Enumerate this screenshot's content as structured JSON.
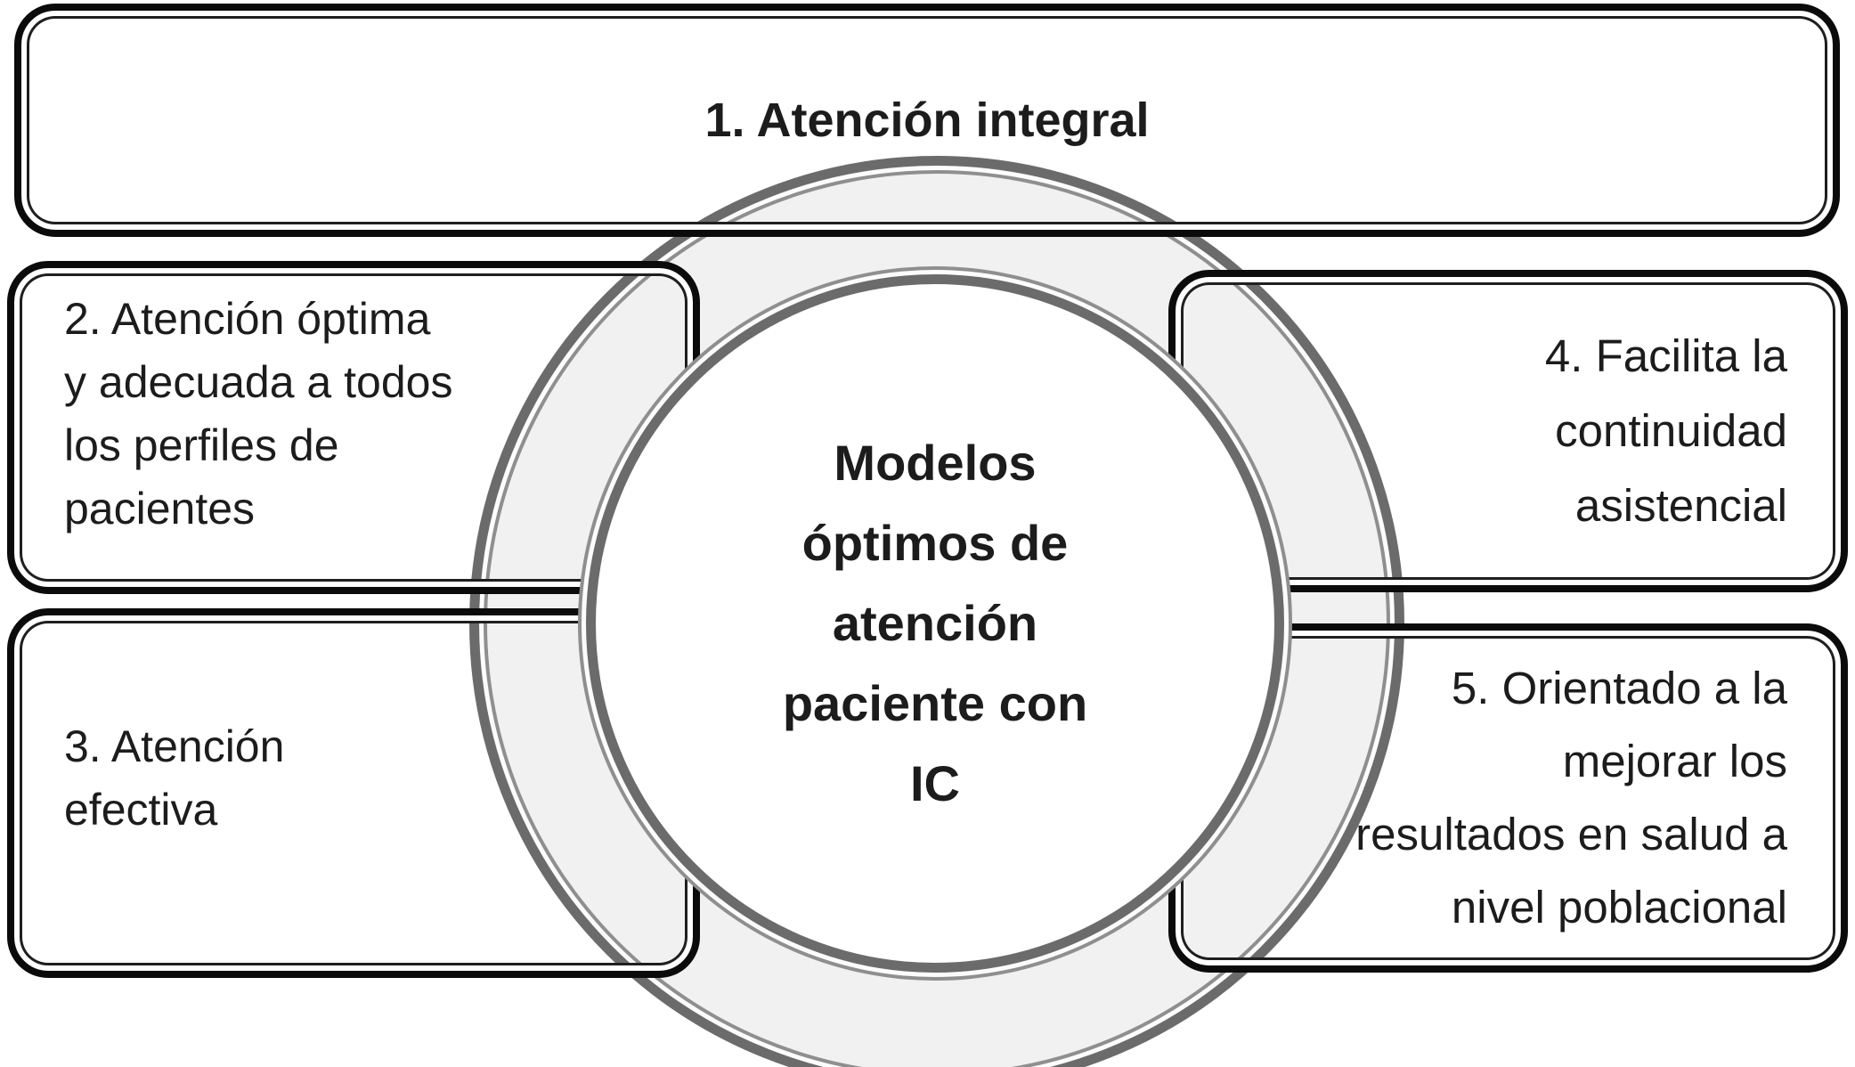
{
  "diagram": {
    "title": "Modelos óptimos de atención paciente con IC",
    "center": {
      "text": "Modelos\nóptimos de\natención\npaciente con\nIC"
    },
    "boxes": {
      "b1": "1. Atención integral",
      "b2": "2. Atención óptima\ny adecuada a todos\nlos perfiles de\npacientes",
      "b3": "3. Atención\nefectiva",
      "b4": "4. Facilita la\ncontinuidad\nasistencial",
      "b5": "5. Orientado a la\nmejorar los\nresultados en salud a\nnivel poblacional"
    },
    "colors": {
      "box_border": "#0b0b0b",
      "ring_stroke": "#6b6b6b",
      "ring_thin_stroke": "#8f8f8f",
      "ring_fill": "#f1f1f1",
      "text": "#1c1c1c",
      "background": "#ffffff"
    }
  }
}
